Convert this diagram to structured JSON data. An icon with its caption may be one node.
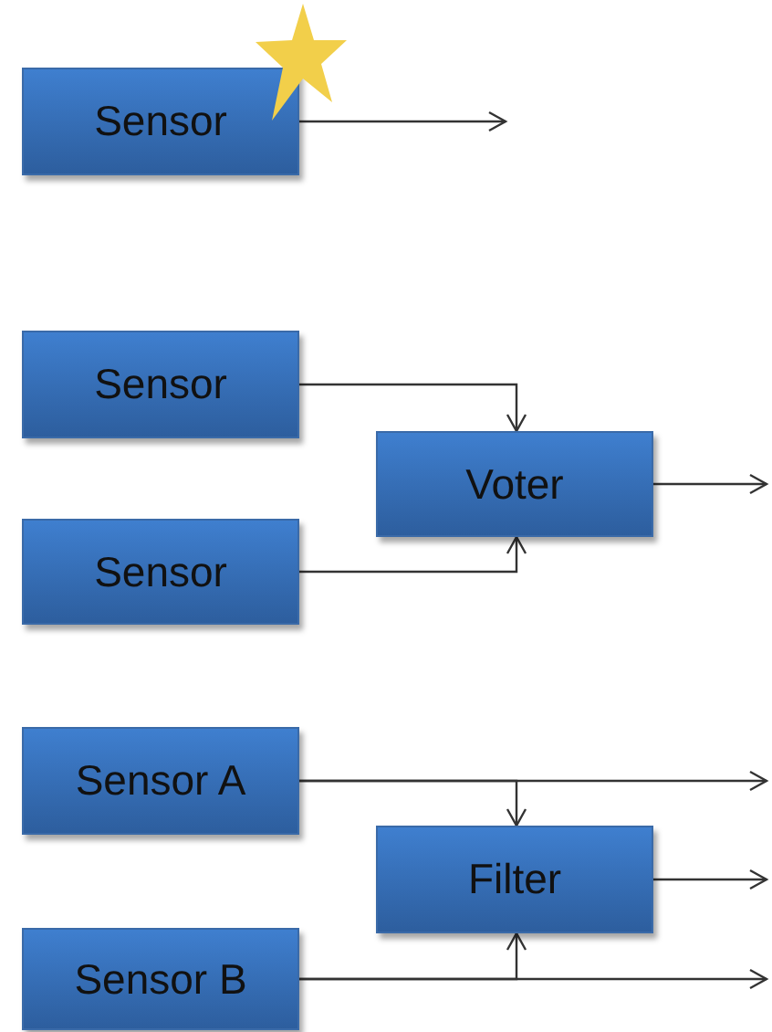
{
  "diagram": {
    "nodes": [
      {
        "text": [
          "Sensor"
        ]
      },
      {
        "text": [
          "Sensor"
        ]
      },
      {
        "text": [
          "Voter"
        ]
      },
      {
        "text": [
          "Sensor"
        ]
      },
      {
        "text": [
          "Sensor A"
        ]
      },
      {
        "text": [
          "Filter"
        ]
      },
      {
        "text": [
          "Sensor B"
        ]
      }
    ],
    "edges": [
      {
        "from": 0,
        "to": null,
        "arrow": "to"
      },
      {
        "from": 1,
        "to": 2,
        "arrow": "to"
      },
      {
        "from": 3,
        "to": 2,
        "arrow": "to"
      },
      {
        "from": 2,
        "to": null,
        "arrow": "to"
      },
      {
        "from": 4,
        "to": null,
        "arrow": "to"
      },
      {
        "from": 4,
        "to": 5,
        "arrow": "to"
      },
      {
        "from": 6,
        "to": null,
        "arrow": "to"
      },
      {
        "from": 6,
        "to": 5,
        "arrow": "to"
      },
      {
        "from": 5,
        "to": null,
        "arrow": "to"
      }
    ]
  }
}
